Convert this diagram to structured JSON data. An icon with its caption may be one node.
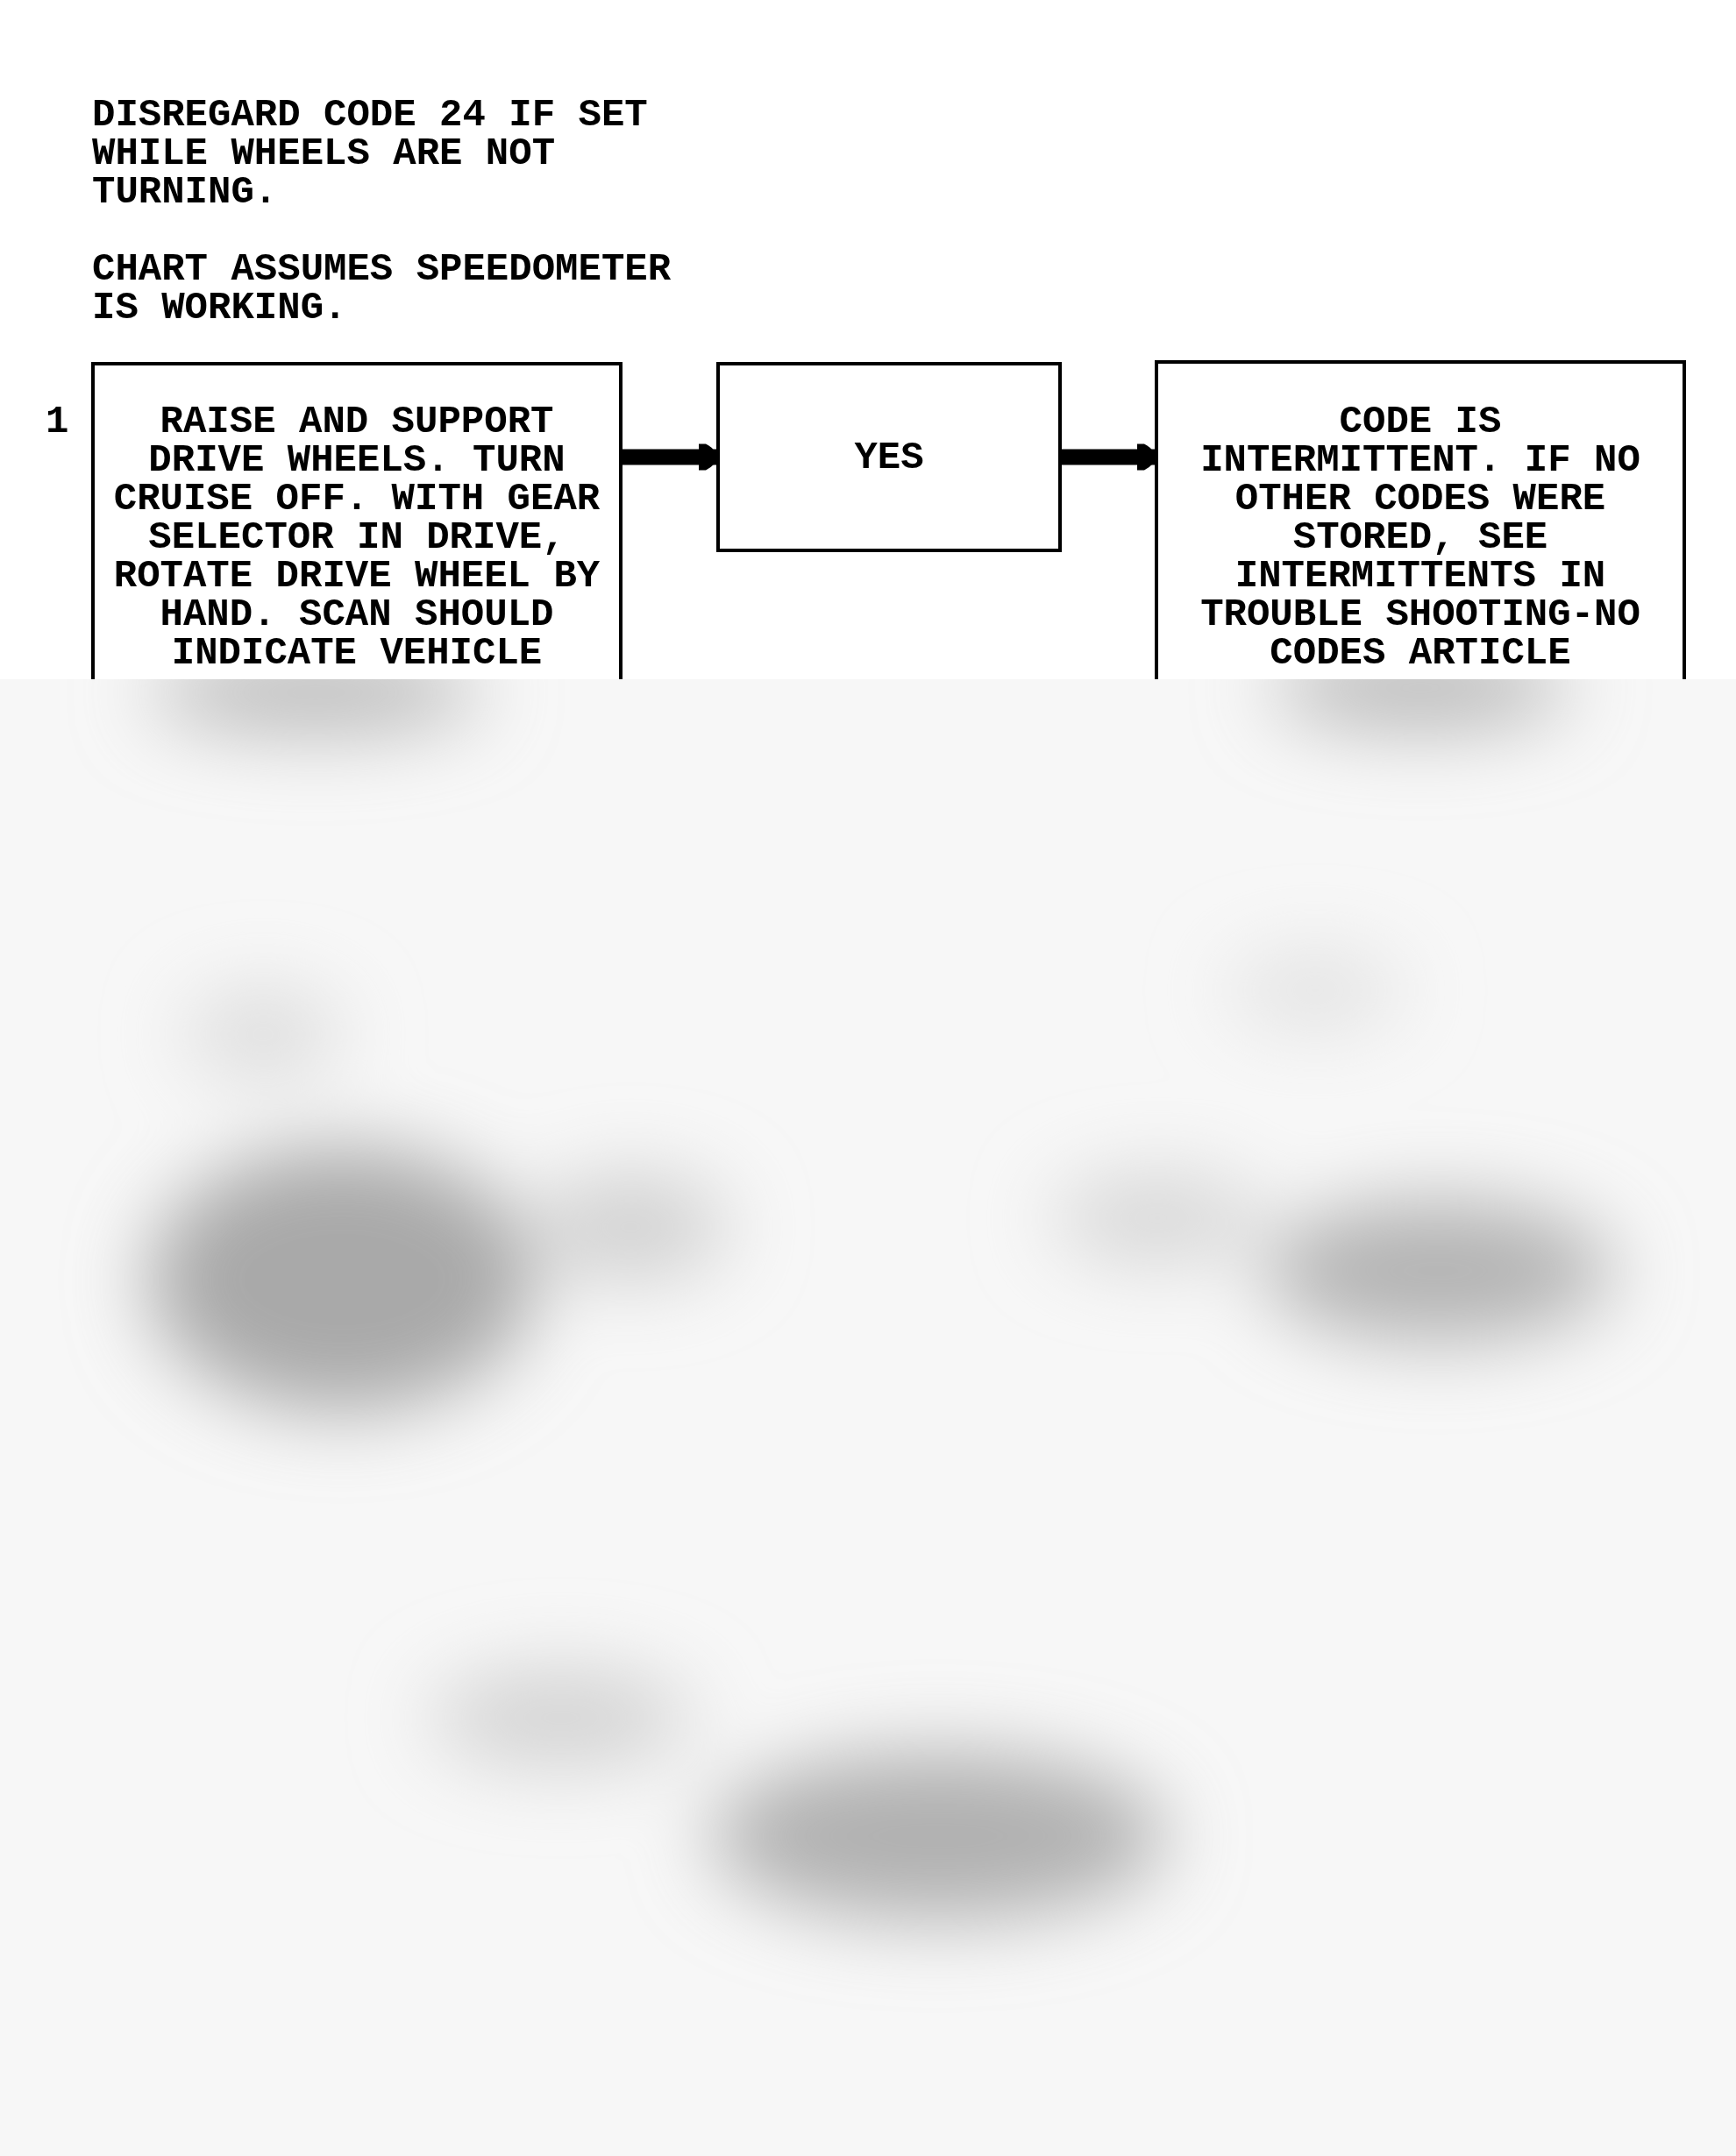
{
  "diagram": {
    "nodes": [
      {
        "text": [
          "RAISE AND SUPPORT DRIVE WHEELS. TURN CRUISE OFF. WITH GEAR SELECTOR IN DRIVE, ROTATE DRIVE WHEEL BY HAND. SCAN SHOULD INDICATE VEHICLE"
        ],
        "beside": [
          "1"
        ]
      },
      {
        "text": [
          "YES"
        ]
      },
      {
        "text": [
          "CODE IS INTERMITTENT. IF NO OTHER CODES WERE STORED, SEE INTERMITTENTS IN TROUBLE SHOOTING-NO CODES ARTICLE"
        ]
      }
    ],
    "edges": [
      {
        "from": 0,
        "to": 1,
        "arrow": "to"
      },
      {
        "from": 1,
        "to": 2,
        "arrow": "to"
      }
    ],
    "labels": [
      "DISREGARD CODE 24 IF SET WHILE WHEELS ARE NOT TURNING.",
      "CHART ASSUMES SPEEDOMETER IS WORKING."
    ]
  }
}
